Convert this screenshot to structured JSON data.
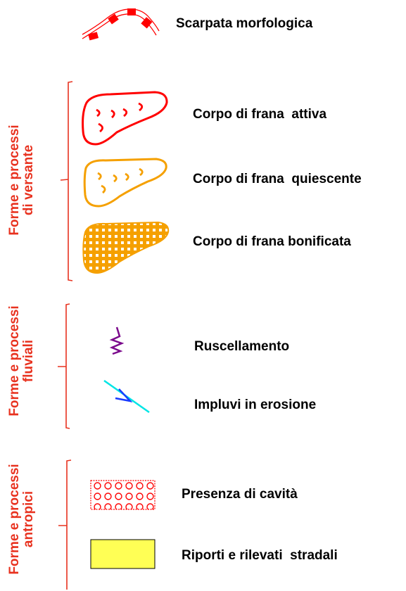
{
  "colors": {
    "group_title": "#e8321f",
    "brace": "#e8321f",
    "escarpment": "#ff0000",
    "landslide_active": "#ff0000",
    "landslide_quiescent": "#f5a000",
    "landslide_reclaimed": "#f5a000",
    "runoff": "#7b0a8c",
    "gully_line": "#00e5e5",
    "gully_arrow": "#1a3cff",
    "cavity": "#ff0000",
    "embankment_fill": "#ffff55"
  },
  "items": {
    "escarpment": "Scarpata morfologica",
    "landslide_active": "Corpo di frana  attiva",
    "landslide_quiescent": "Corpo di frana  quiescente",
    "landslide_reclaimed": "Corpo di frana bonificata",
    "runoff": "Ruscellamento",
    "gully_erosion": "Impluvi in erosione",
    "cavities": "Presenza di cavità",
    "embankments": "Riporti e rilevati  stradali"
  },
  "groups": {
    "slope": {
      "line1": "Forme e processi",
      "line2": "di versante"
    },
    "fluvial": {
      "line1": "Forme e processi",
      "line2": "fluviali"
    },
    "anthropic": {
      "line1": "Forme e processi",
      "line2": "antropici"
    }
  }
}
